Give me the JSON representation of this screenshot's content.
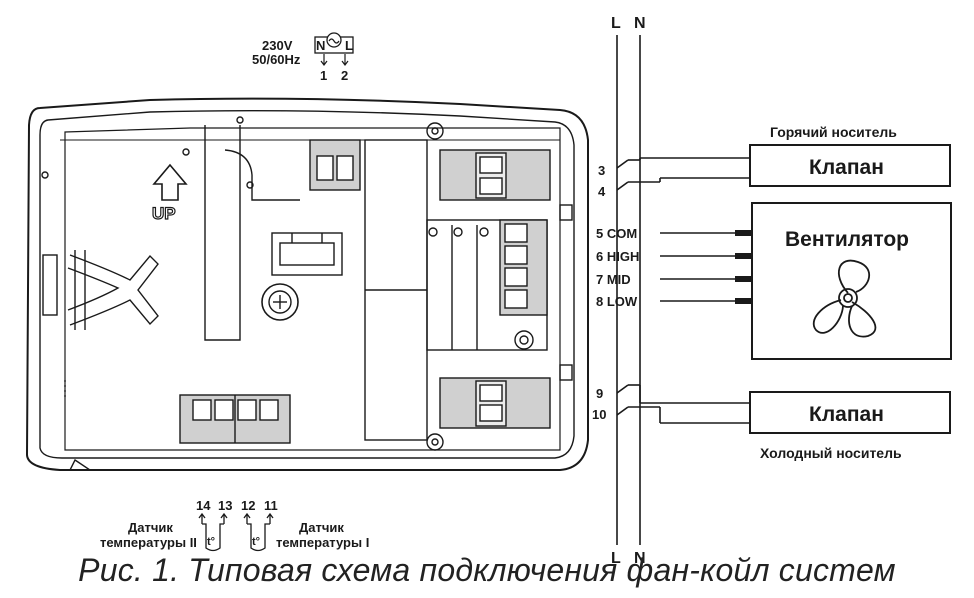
{
  "power": {
    "voltage": "230V",
    "frequency": "50/60Hz",
    "n_label": "N",
    "l_label": "L",
    "terminal_1": "1",
    "terminal_2": "2"
  },
  "board": {
    "up_label": "UP"
  },
  "lines": {
    "top_l": "L",
    "top_n": "N",
    "bottom_l": "L",
    "bottom_n": "N"
  },
  "terminals": {
    "t3": "3",
    "t4": "4",
    "t5": "5 COM",
    "t6": "6 HIGH",
    "t7": "7 MID",
    "t8": "8 LOW",
    "t9": "9",
    "t10": "10"
  },
  "hot": {
    "title": "Горячий носитель",
    "valve": "Клапан"
  },
  "fan": {
    "title": "Вентилятор"
  },
  "cold": {
    "title": "Холодный носитель",
    "valve": "Клапан"
  },
  "sensors": {
    "s2_terminals_a": "14",
    "s2_terminals_b": "13",
    "s1_terminals_a": "12",
    "s1_terminals_b": "11",
    "s2_label_1": "Датчик",
    "s2_label_2": "температуры II",
    "s1_label_1": "Датчик",
    "s1_label_2": "температуры I",
    "s2_icon_text": "t°",
    "s1_icon_text": "t°"
  },
  "caption": "Рис. 1. Типовая  схема  подключения фан-койл систем"
}
